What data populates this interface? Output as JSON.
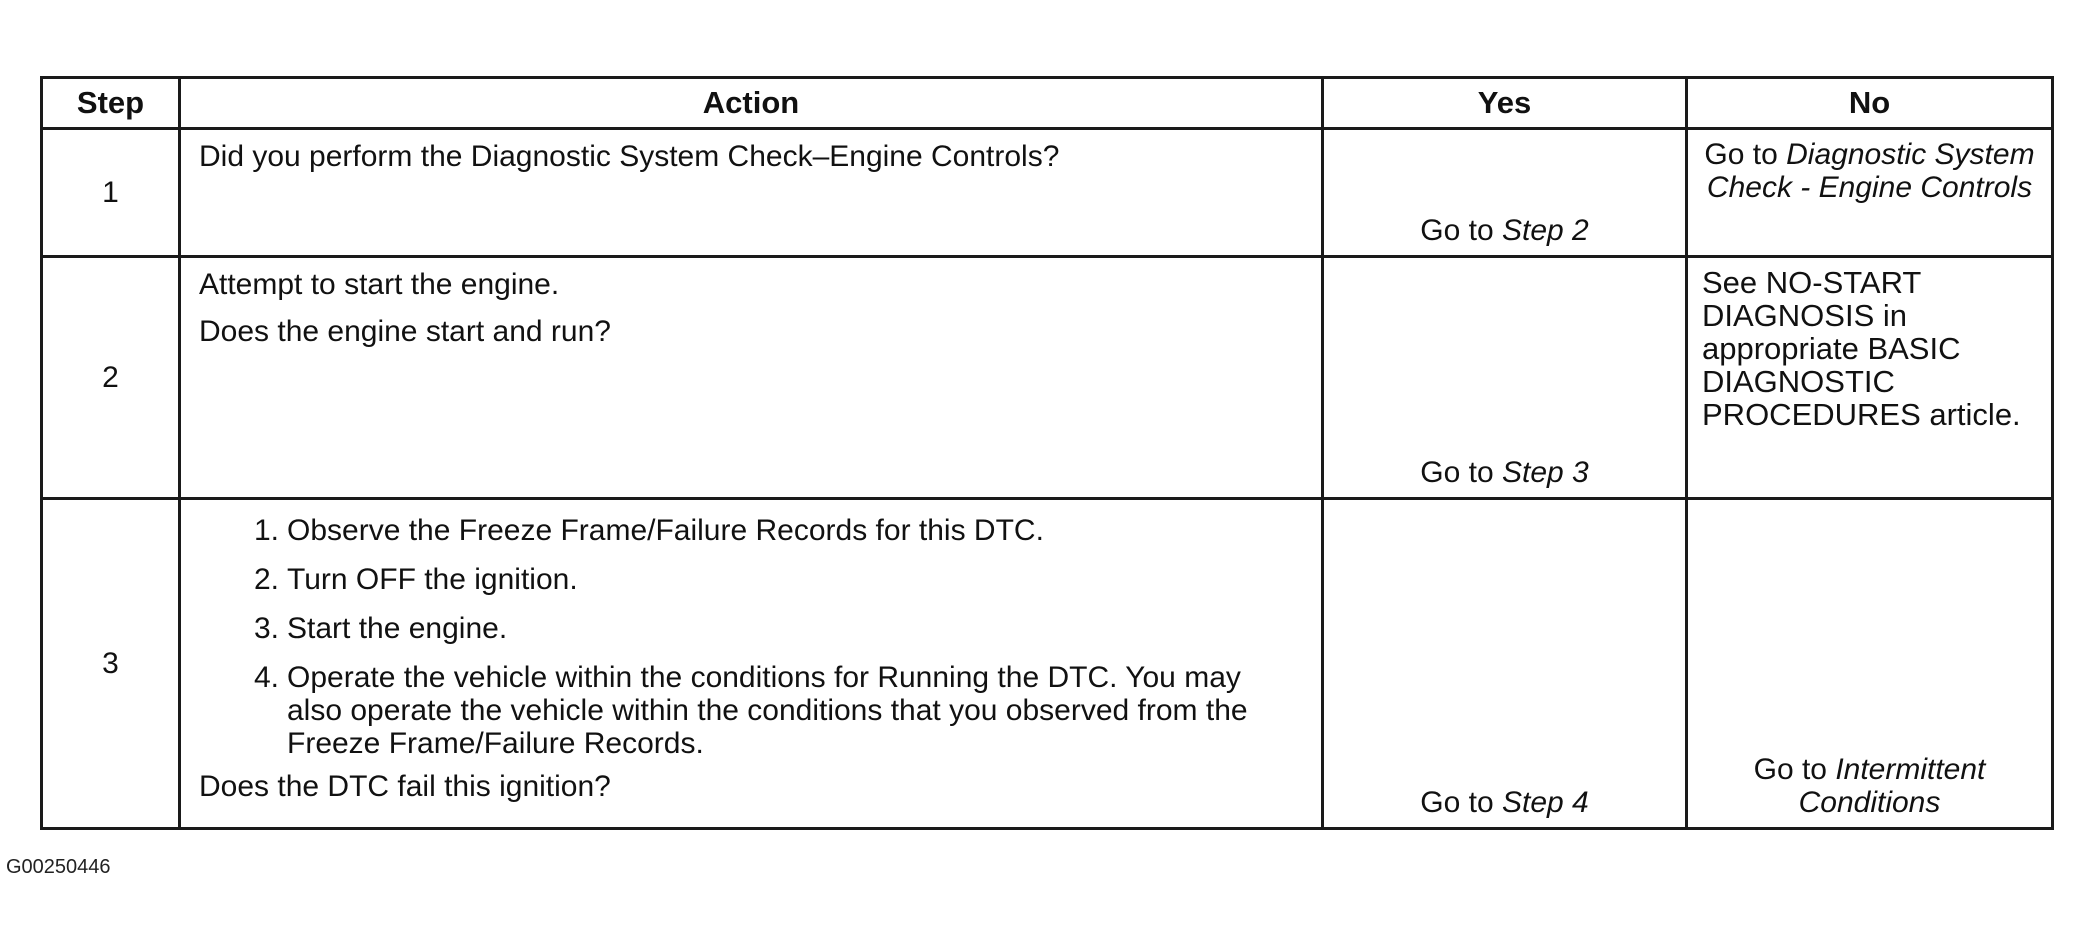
{
  "table": {
    "headers": [
      "Step",
      "Action",
      "Yes",
      "No"
    ],
    "rows": [
      {
        "step": "1",
        "action_lines": [
          "Did you perform the Diagnostic System Check–Engine Controls?"
        ],
        "yes_prefix": "Go to ",
        "yes_link": "Step 2",
        "no_prefix": "Go to ",
        "no_link": "Diagnostic System Check - Engine Controls"
      },
      {
        "step": "2",
        "action_lines": [
          "Attempt to start the engine.",
          "Does the engine start and run?"
        ],
        "yes_prefix": "Go to ",
        "yes_link": "Step 3",
        "no_text": "See NO-START DIAGNOSIS in appropriate BASIC DIAGNOSTIC PROCEDURES article."
      },
      {
        "step": "3",
        "action_steps": [
          {
            "num": "1.",
            "text": "Observe the Freeze Frame/Failure Records for this DTC."
          },
          {
            "num": "2.",
            "text": "Turn OFF the ignition."
          },
          {
            "num": "3.",
            "text": "Start the engine."
          },
          {
            "num": "4.",
            "text": "Operate the vehicle within the conditions for Running the DTC. You may also operate the vehicle within the conditions that you observed from the Freeze Frame/Failure Records."
          }
        ],
        "action_question": "Does the DTC fail this ignition?",
        "yes_prefix": "Go to ",
        "yes_link": "Step 4",
        "no_prefix": "Go to ",
        "no_link": "Intermittent Conditions"
      }
    ]
  },
  "footer_code": "G00250446"
}
